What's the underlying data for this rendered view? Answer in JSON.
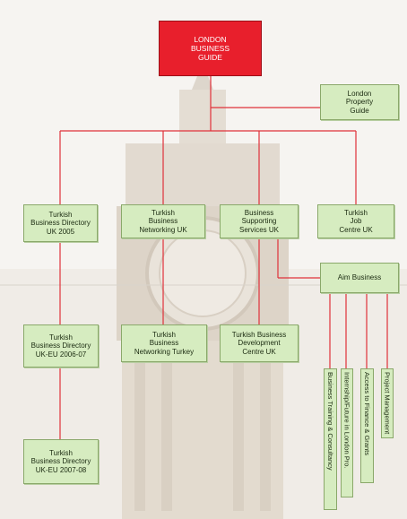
{
  "diagram": {
    "root": "LONDON\nBUSINESS\nGUIDE",
    "side": "London\nProperty\nGuide",
    "level1": [
      "Turkish\nBusiness Directory\nUK 2005",
      "Turkish\nBusiness\nNetworking UK",
      "Business\nSupporting\nServices UK",
      "Turkish\nJob\nCentre UK"
    ],
    "aim": "Aim Business",
    "level2": [
      "Turkish\nBusiness Directory\nUK-EU 2006-07",
      "Turkish\nBusiness\nNetworking Turkey",
      "Turkish Business\nDevelopment\nCentre UK"
    ],
    "level3": "Turkish\nBusiness Directory\nUK-EU 2007-08",
    "aim_children": [
      "Business Training & Consultancy",
      "Internship/Future in London Pro.",
      "Access to Finance & Grants",
      "Project Management"
    ]
  },
  "colors": {
    "line": "#e0313a",
    "root_fill": "#e81f2c",
    "box_fill": "#d6ecc0",
    "box_border": "#8aa86a",
    "background_stone": "#c9bfb2"
  }
}
